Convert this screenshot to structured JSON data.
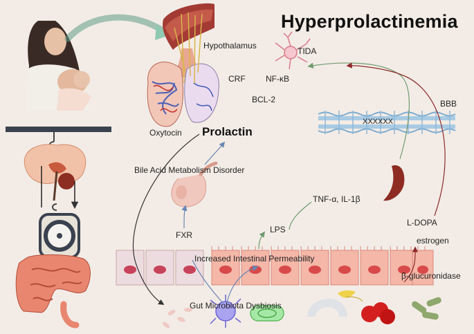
{
  "title": "Hyperprolactinemia",
  "labels": {
    "hypothalamus": "Hypothalamus",
    "tida": "TIDA",
    "crf": "CRF",
    "nfkb": "NF-κB",
    "bcl2": "BCL-2",
    "bbb": "BBB",
    "barrier_code": "XXXXXX",
    "oxytocin": "Oxytocin",
    "prolactin": "Prolactin",
    "bile_acid": "Bile Acid Metabolism Disorder",
    "tnf": "TNF-α, IL-1β",
    "lps": "LPS",
    "ldopa": "L-DOPA",
    "estrogen": "estrogen",
    "fxr": "FXR",
    "intestinal": "Increased Intestinal Permeability",
    "glucuronidase": "β-glucuronidase",
    "dysbiosis": "Gut Microbiota Dysbiosis"
  },
  "colors": {
    "background": "#f3ece6",
    "arrow_green": "#6e9a6e",
    "arrow_blue": "#6a86b3",
    "arrow_red": "#8b2a2a",
    "enterocyte_pink": "#f4b7a8",
    "enterocyte_nucleus": "#d84a4a"
  }
}
